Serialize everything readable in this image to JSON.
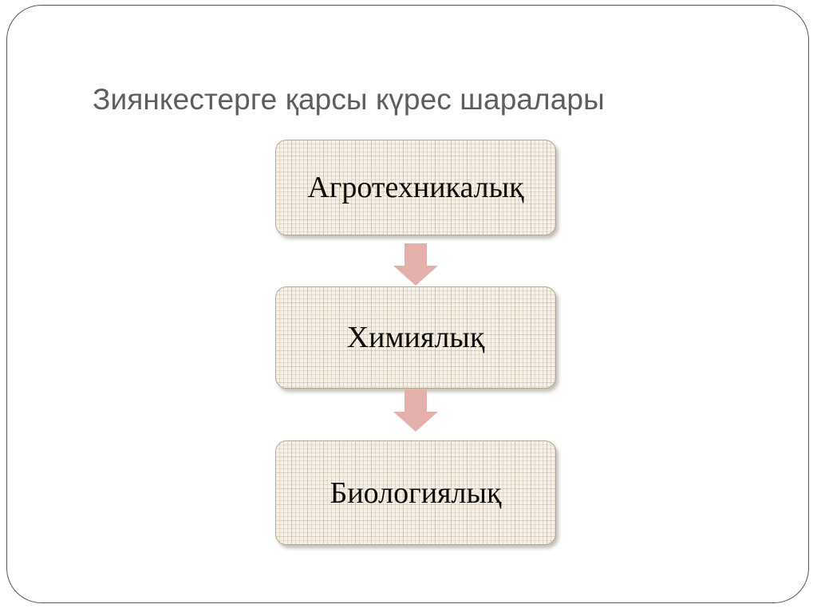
{
  "slide": {
    "title": "Зиянкестерге қарсы күрес шаралары",
    "background_color": "#ffffff",
    "border_color": "#565656",
    "title_color": "#5e5e5e"
  },
  "diagram": {
    "type": "vertical-flow",
    "node_fill_color": "#f6f1e8",
    "node_border_color": "#b5a796",
    "node_text_color": "#0d0c0a",
    "arrow_color": "#e4b0ac",
    "nodes": [
      {
        "label": "Агротехникалық"
      },
      {
        "label": "Химиялық"
      },
      {
        "label": "Биологиялық"
      }
    ],
    "connectors": [
      {
        "icon": "arrow-down-icon",
        "from": "Агротехникалық",
        "to": "Химиялық"
      },
      {
        "icon": "arrow-down-icon",
        "from": "Химиялық",
        "to": "Биологиялық"
      }
    ]
  }
}
